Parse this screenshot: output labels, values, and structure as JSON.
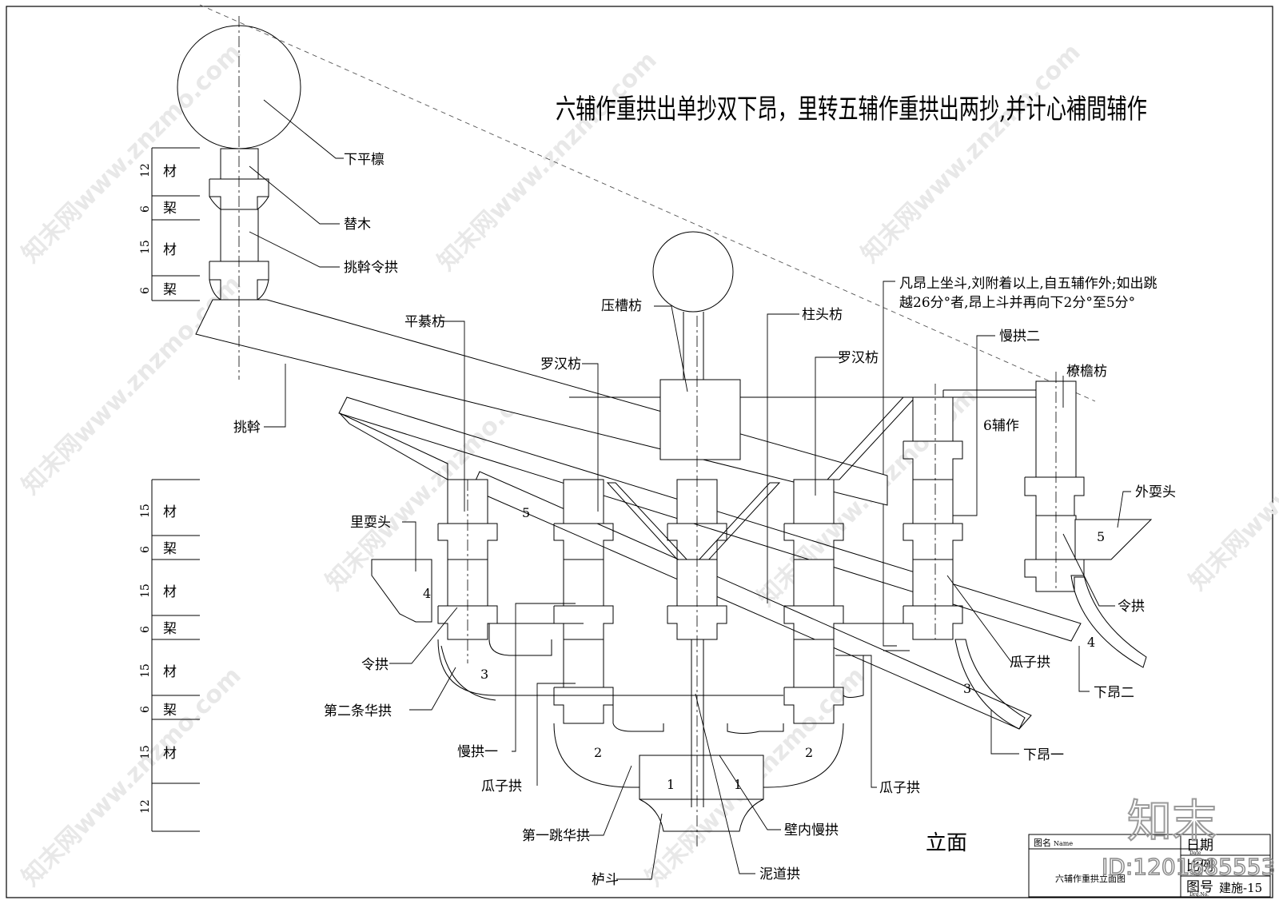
{
  "title": "六辅作重拱出单抄双下昂，里转五辅作重拱出两抄,并计心補間辅作",
  "note": {
    "line1": "凡昂上坐斗,刘附着以上,自五辅作外;如出跳",
    "line2": "越26分°者,昂上斗并再向下2分°至5分°"
  },
  "labels": {
    "xia_ping_lin": "下平檩",
    "ti_mu": "替木",
    "tiao_wo_ling_gong": "挑斡令拱",
    "tiao_wo": "挑斡",
    "ping_qi_fang": "平綦枋",
    "ya_cao_fang": "压槽枋",
    "zhu_tou_fang": "柱头枋",
    "luo_han_fang_left": "罗汉枋",
    "luo_han_fang_right": "罗汉枋",
    "man_gong_er": "慢拱二",
    "liao_yan_fang": "橑檐枋",
    "liu_pu_zuo": "6辅作",
    "wai_shua_tou": "外耍头",
    "li_shua_tou": "里耍头",
    "ling_gong_left": "令拱",
    "ling_gong_right": "令拱",
    "di_er_tiao_hua_gong": "第二条华拱",
    "man_gong_yi": "慢拱一",
    "gua_zi_gong_left": "瓜子拱",
    "gua_zi_gong_right1": "瓜子拱",
    "gua_zi_gong_right2": "瓜子拱",
    "xia_ang_er": "下昂二",
    "xia_ang_yi": "下昂一",
    "di_yi_tiao_hua_gong": "第一跳华拱",
    "bi_nei_man_gong": "壁内慢拱",
    "lu_dou": "栌斗",
    "ni_dao_gong": "泥道拱",
    "view_name": "立面"
  },
  "numbers": {
    "n5_top": "5",
    "n4_left": "4",
    "n3_left": "3",
    "n2_left": "2",
    "n1_left": "1",
    "n1_right": "1",
    "n2_right": "2",
    "n3_right": "3",
    "n4_right": "4",
    "n5_right": "5"
  },
  "dimensions_top": [
    {
      "value": "12",
      "label": "材"
    },
    {
      "value": "6",
      "label": "栔"
    },
    {
      "value": "15",
      "label": "材"
    },
    {
      "value": "6",
      "label": "栔"
    }
  ],
  "dimensions_bottom": [
    {
      "value": "15",
      "label": "材"
    },
    {
      "value": "6",
      "label": "栔"
    },
    {
      "value": "15",
      "label": "材"
    },
    {
      "value": "6",
      "label": "栔"
    },
    {
      "value": "15",
      "label": "材"
    },
    {
      "value": "6",
      "label": "栔"
    },
    {
      "value": "15",
      "label": "材"
    },
    {
      "value": "12",
      "label": ""
    }
  ],
  "title_block": {
    "name_label": "图名",
    "name_label_small": "Name",
    "date_label": "日期",
    "date_small": "Date",
    "scale_label": "比例",
    "scale_small": "Scale",
    "drawing_no_label": "图号",
    "drawing_no_small": "Drg.No.",
    "drawing_no": "建施-15",
    "drawing_name": "六辅作重拱立面图"
  },
  "watermark": {
    "brand": "知末",
    "id": "ID:1201685553",
    "site": "知末网www.znzmo.com"
  }
}
